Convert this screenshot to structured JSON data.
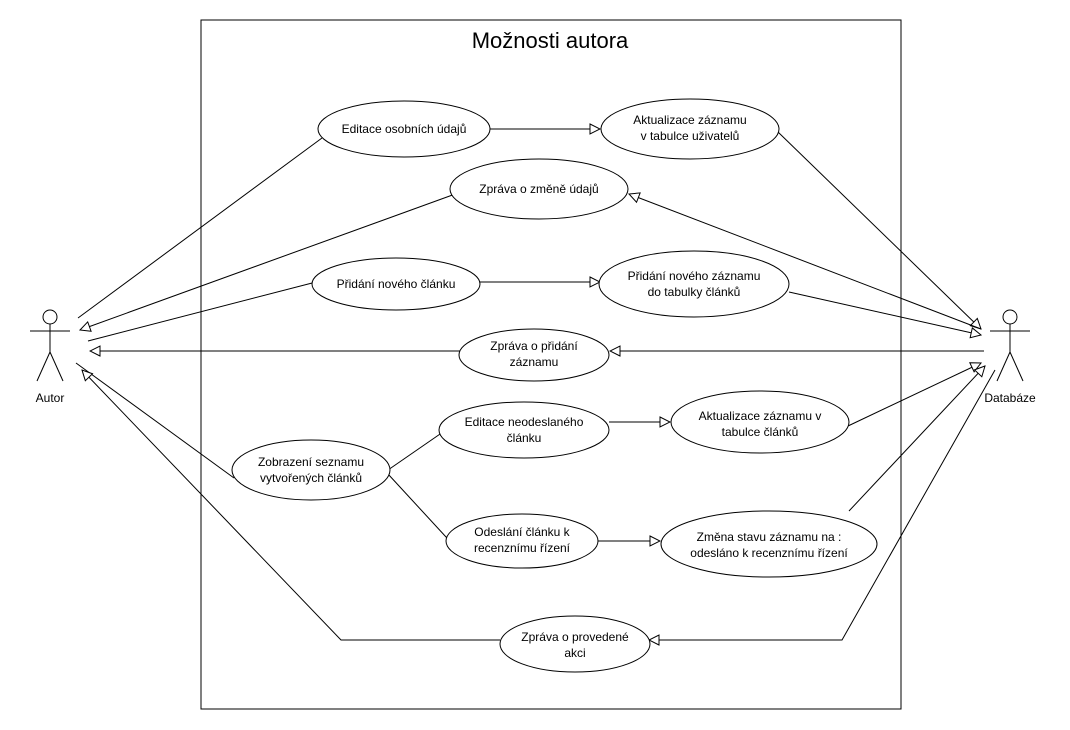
{
  "diagram": {
    "title": "Možnosti autora",
    "actors": {
      "author": "Autor",
      "database": "Databáze"
    },
    "use_cases": {
      "edit_personal": "Editace osobních údajů",
      "update_users": [
        "Aktualizace záznamu",
        "v tabulce uživatelů"
      ],
      "msg_change": "Zpráva o změně údajů",
      "add_article": "Přidání nového článku",
      "add_record": [
        "Přidání nového záznamu",
        "do tabulky článků"
      ],
      "msg_added": [
        "Zpráva o přidání",
        "záznamu"
      ],
      "edit_unsent": [
        "Editace neodeslaného",
        "článku"
      ],
      "update_articles": [
        "Aktualizace záznamu v",
        "tabulce článků"
      ],
      "show_list": [
        "Zobrazení seznamu",
        "vytvořených článků"
      ],
      "send_review": [
        "Odeslání článku k",
        "recenznímu řízení"
      ],
      "change_state": [
        "Změna stavu záznamu na :",
        "odesláno k recenznímu řízení"
      ],
      "msg_action": [
        "Zpráva o provedené",
        "akci"
      ]
    }
  }
}
